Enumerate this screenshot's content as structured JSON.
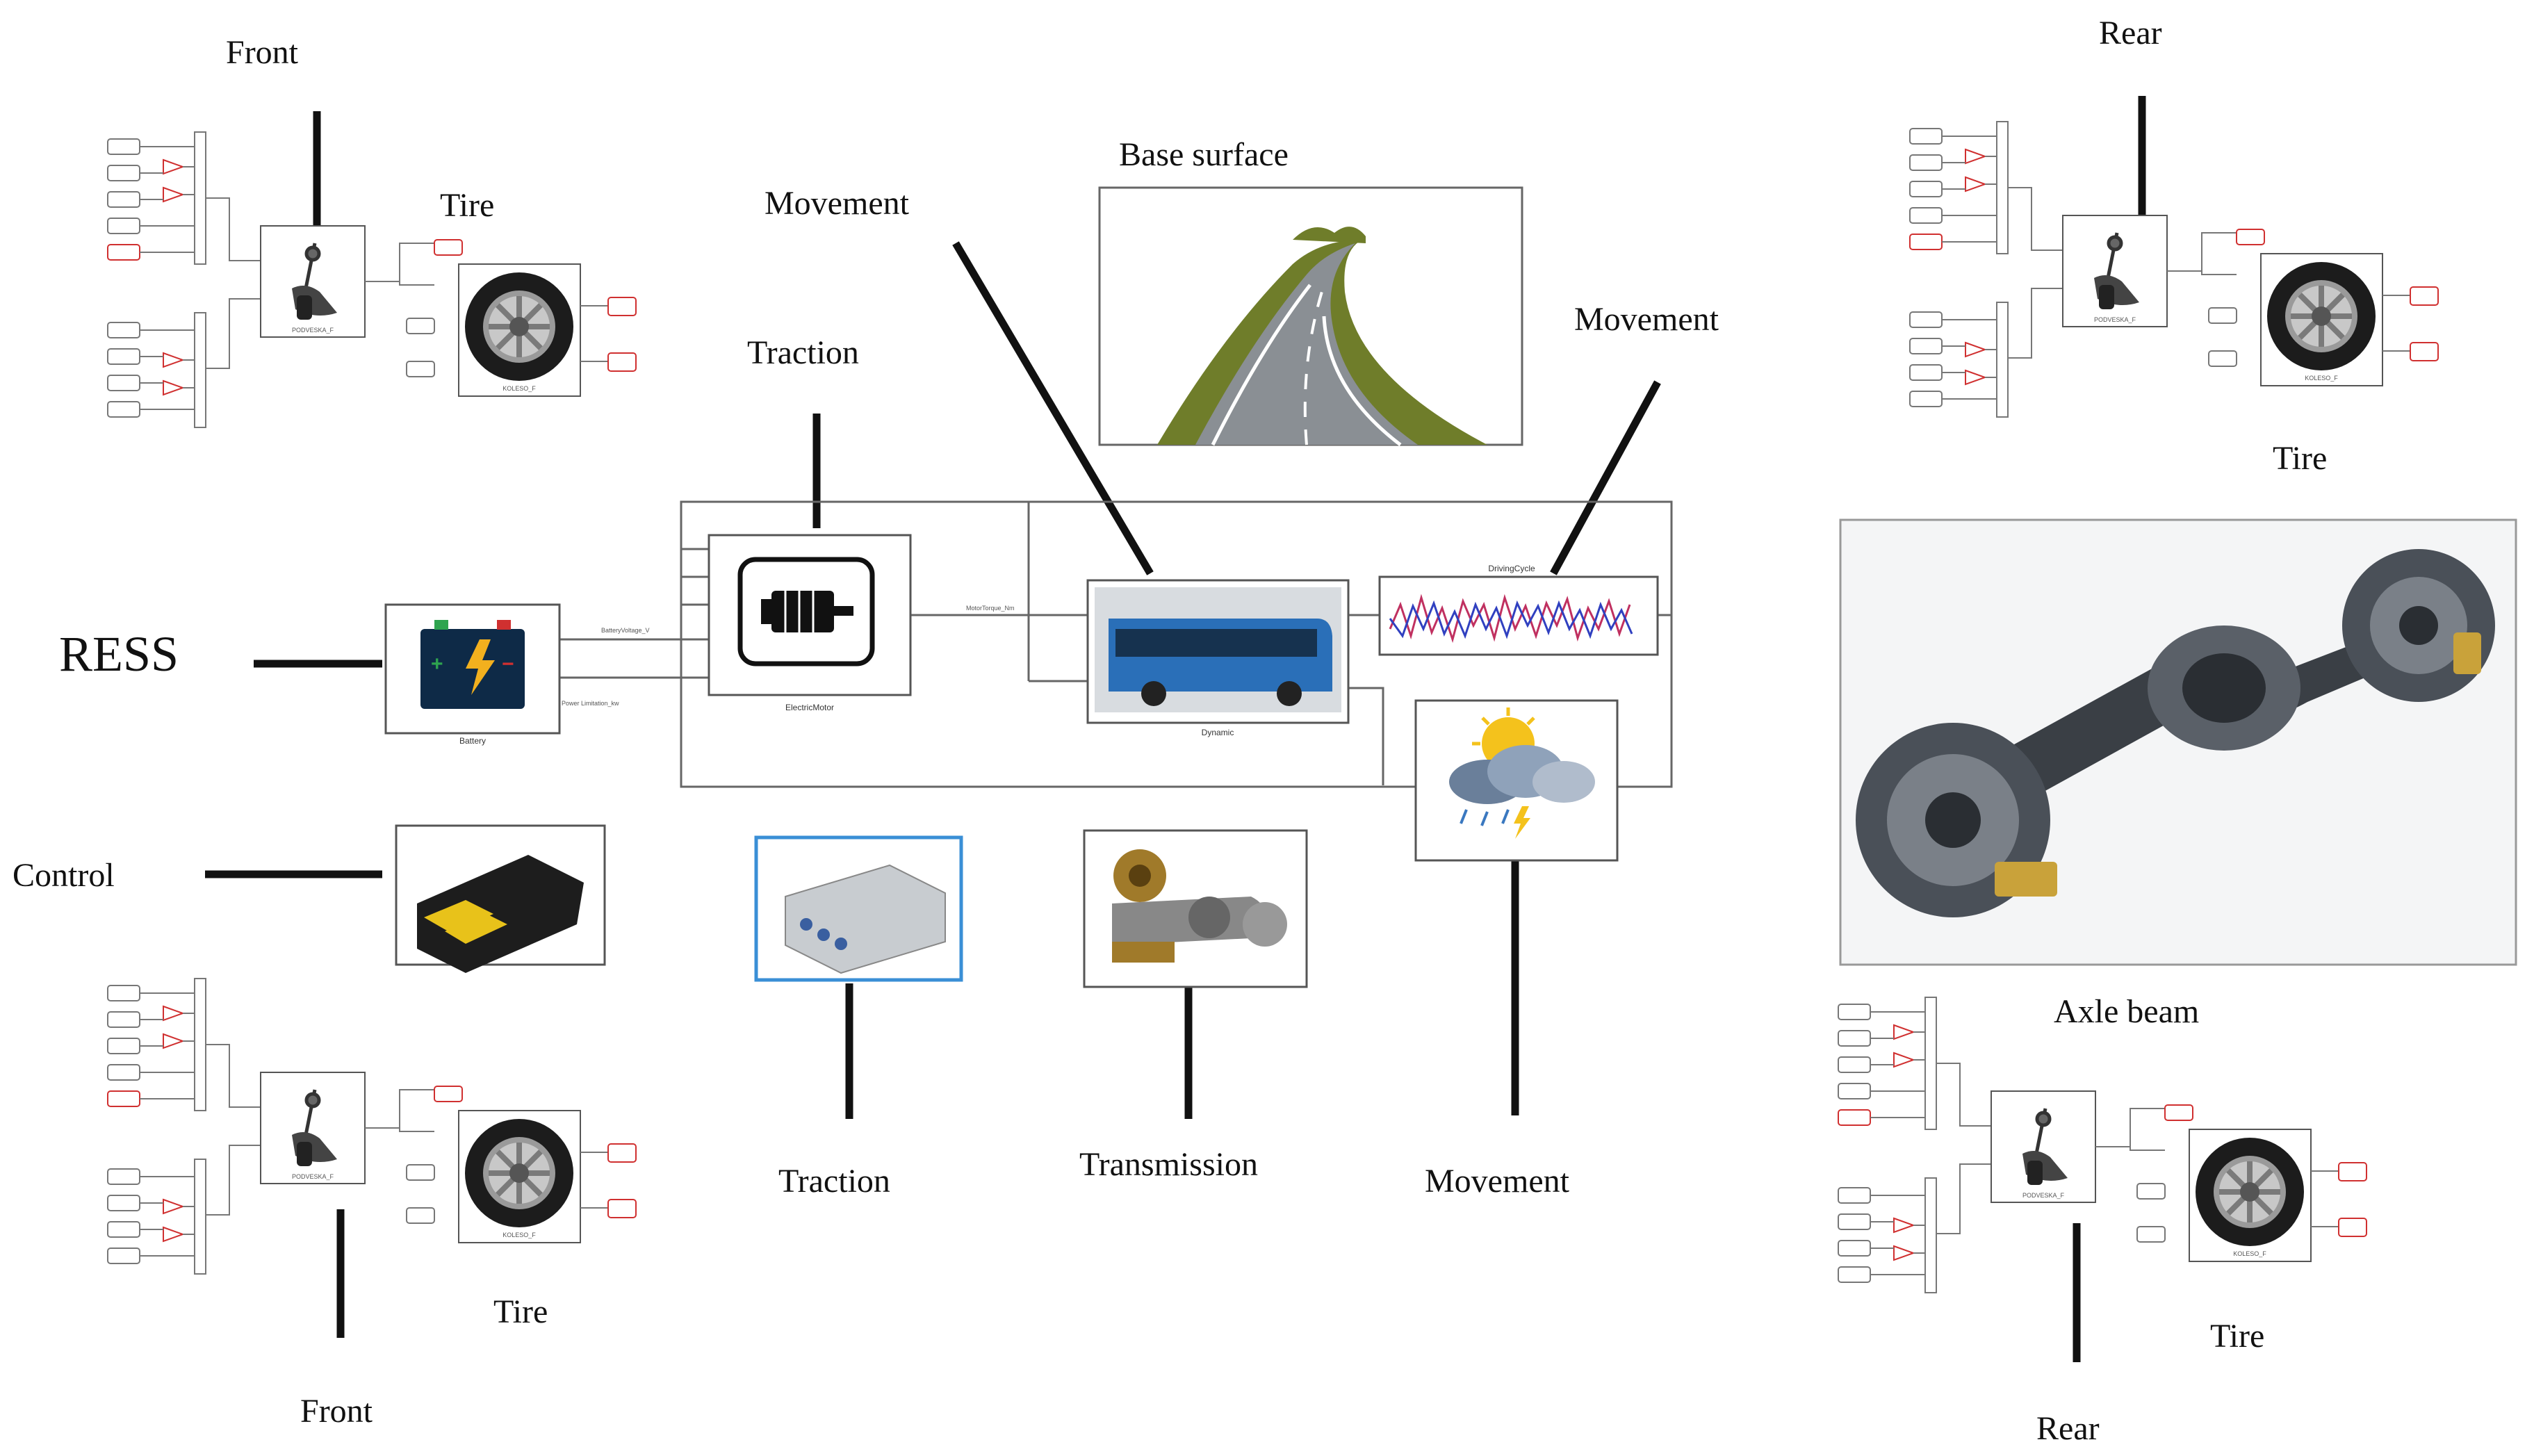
{
  "labels": {
    "front_top": "Front",
    "tire_top_left": "Tire",
    "movement_center": "Movement",
    "base_surface": "Base surface",
    "traction_top": "Traction",
    "movement_right": "Movement",
    "rear_top": "Rear",
    "tire_top_right": "Tire",
    "ress": "RESS",
    "control": "Control",
    "axle_beam": "Axle beam",
    "traction_bottom": "Traction",
    "transmission": "Transmission",
    "movement_bottom": "Movement",
    "tire_bottom_left": "Tire",
    "front_bottom": "Front",
    "tire_bottom_right": "Tire",
    "rear_bottom": "Rear"
  },
  "blocks": {
    "battery": "Battery",
    "electric_motor": "ElectricMotor",
    "dynamic": "Dynamic",
    "driving_cycle": "DrivingCycle",
    "battery_voltage_signal": "BatteryVoltage_V",
    "power_limitation_signal": "Power Limitation_kw",
    "motor_torque_signal": "MotorTorque_Nm"
  },
  "colors": {
    "line": "#111111",
    "wire": "#555555",
    "bus_blue": "#2a6fb8",
    "road_green": "#6f7d2a",
    "port_red": "#d03030"
  }
}
